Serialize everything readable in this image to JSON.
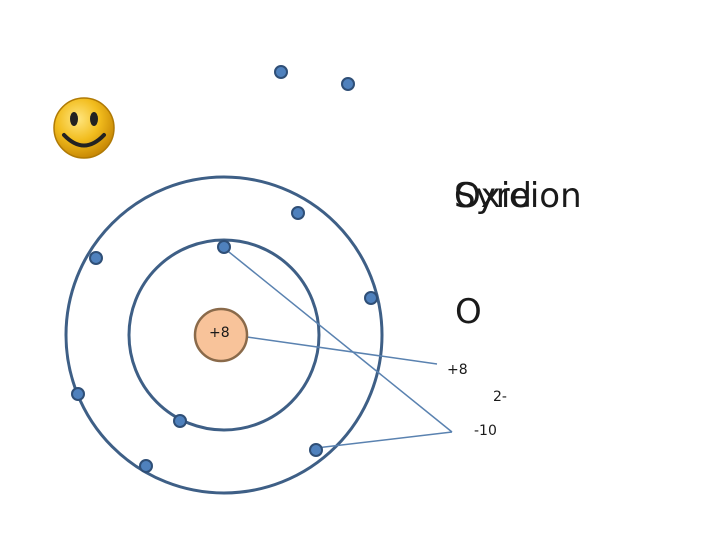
{
  "slide": {
    "title_overlap_a": "Oxid",
    "title_overlap_b": "Syreion",
    "symbol": "O",
    "charge": "2-",
    "nucleus_charge": "+8",
    "proton_label": "+8",
    "electron_label": "-10"
  },
  "colors": {
    "orbit": "#3e5f86",
    "electron_fill": "#4f81bd",
    "electron_stroke": "#2f4f77",
    "nucleus_fill": "#f8c39a",
    "nucleus_stroke": "#8a6a4a",
    "pointer": "#5a82b0"
  },
  "icons": {
    "smiley": "smiley-face-icon"
  }
}
